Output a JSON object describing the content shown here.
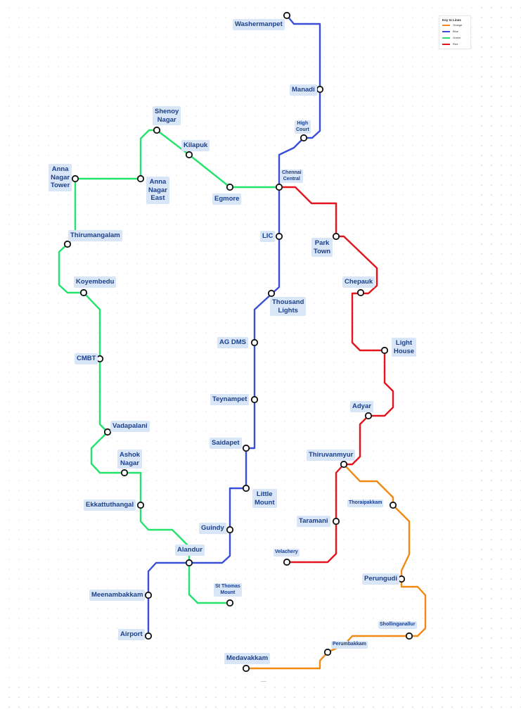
{
  "legend": {
    "title": "Key to Lines",
    "items": [
      {
        "key": "orange",
        "label": "Orange",
        "color": "#f08a14"
      },
      {
        "key": "blue",
        "label": "Blue",
        "color": "#3a4fd8"
      },
      {
        "key": "green",
        "label": "Green",
        "color": "#23e36d"
      },
      {
        "key": "red",
        "label": "Red",
        "color": "#e3141d"
      }
    ]
  },
  "stations": [
    {
      "id": "washermanpet",
      "name": "Washermanpet"
    },
    {
      "id": "manadi",
      "name": "Manadi"
    },
    {
      "id": "high-court",
      "name": "High\nCourt"
    },
    {
      "id": "chennai-central",
      "name": "Chennai\nCentral"
    },
    {
      "id": "shenoy-nagar",
      "name": "Shenoy\nNagar"
    },
    {
      "id": "kilapuk",
      "name": "Kilapuk"
    },
    {
      "id": "anna-nagar-tower",
      "name": "Anna\nNagar\nTower"
    },
    {
      "id": "anna-nagar-east",
      "name": "Anna\nNagar\nEast"
    },
    {
      "id": "egmore",
      "name": "Egmore"
    },
    {
      "id": "lic",
      "name": "LIC"
    },
    {
      "id": "thirumangalam",
      "name": "Thirumangalam"
    },
    {
      "id": "park-town",
      "name": "Park\nTown"
    },
    {
      "id": "koyembedu",
      "name": "Koyembedu"
    },
    {
      "id": "chepauk",
      "name": "Chepauk"
    },
    {
      "id": "thousand-lights",
      "name": "Thousand\nLights"
    },
    {
      "id": "ag-dms",
      "name": "AG DMS"
    },
    {
      "id": "cmbt",
      "name": "CMBT"
    },
    {
      "id": "light-house",
      "name": "Light\nHouse"
    },
    {
      "id": "teynampet",
      "name": "Teynampet"
    },
    {
      "id": "adyar",
      "name": "Adyar"
    },
    {
      "id": "vadapalani",
      "name": "Vadapalani"
    },
    {
      "id": "saidapet",
      "name": "Saidapet"
    },
    {
      "id": "ashok-nagar",
      "name": "Ashok\nNagar"
    },
    {
      "id": "thiruvanmyur",
      "name": "Thiruvanmyur"
    },
    {
      "id": "little-mount",
      "name": "Little\nMount"
    },
    {
      "id": "ekkattuthangal",
      "name": "Ekkattuthangal"
    },
    {
      "id": "thoraipakkam",
      "name": "Thoraipakkam"
    },
    {
      "id": "taramani",
      "name": "Taramani"
    },
    {
      "id": "guindy",
      "name": "Guindy"
    },
    {
      "id": "alandur",
      "name": "Alandur"
    },
    {
      "id": "velachery",
      "name": "Velachery"
    },
    {
      "id": "perungudi",
      "name": "Perungudi"
    },
    {
      "id": "st-thomas-mount",
      "name": "St Thomas\nMount"
    },
    {
      "id": "meenambakkam",
      "name": "Meenambakkam"
    },
    {
      "id": "shollinganallur",
      "name": "Shollinganallur"
    },
    {
      "id": "airport",
      "name": "Airport"
    },
    {
      "id": "perumbakkam",
      "name": "Perumbakkam"
    },
    {
      "id": "medavakkam",
      "name": "Medavakkam"
    }
  ]
}
